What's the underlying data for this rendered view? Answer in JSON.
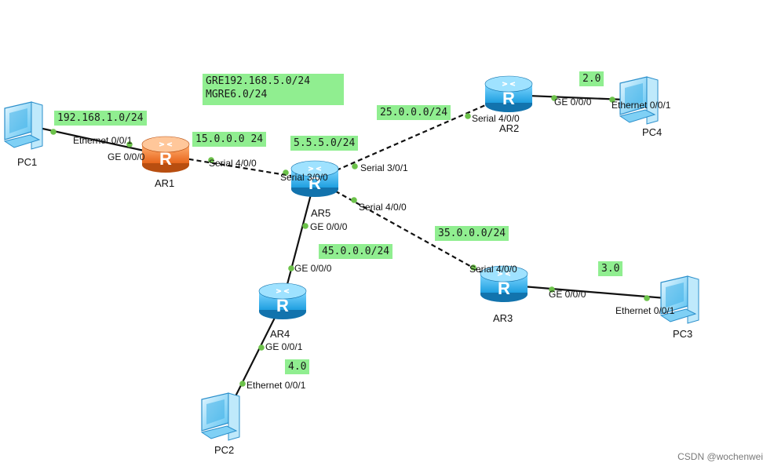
{
  "devices": {
    "pc1": {
      "name": "PC1",
      "kind": "pc"
    },
    "pc2": {
      "name": "PC2",
      "kind": "pc"
    },
    "pc3": {
      "name": "PC3",
      "kind": "pc"
    },
    "pc4": {
      "name": "PC4",
      "kind": "pc"
    },
    "ar1": {
      "name": "AR1",
      "kind": "router",
      "color": "#f07c2e"
    },
    "ar2": {
      "name": "AR2",
      "kind": "router",
      "color": "#38b5ec"
    },
    "ar3": {
      "name": "AR3",
      "kind": "router",
      "color": "#38b5ec"
    },
    "ar4": {
      "name": "AR4",
      "kind": "router",
      "color": "#38b5ec"
    },
    "ar5": {
      "name": "AR5",
      "kind": "router",
      "color": "#38b5ec"
    }
  },
  "links": [
    {
      "id": "pc1-ar1",
      "from": "pc1",
      "to": "ar1",
      "style": "solid",
      "if_from": "Ethernet 0/0/1",
      "if_to": "GE 0/0/0"
    },
    {
      "id": "ar1-ar5",
      "from": "ar1",
      "to": "ar5",
      "style": "dashed",
      "if_from": "Serial 4/0/0",
      "if_to": "Serial 3/0/0"
    },
    {
      "id": "ar5-ar2",
      "from": "ar5",
      "to": "ar2",
      "style": "dashed",
      "if_from": "Serial 3/0/1",
      "if_to": "Serial 4/0/0"
    },
    {
      "id": "ar2-pc4",
      "from": "ar2",
      "to": "pc4",
      "style": "solid",
      "if_from": "GE 0/0/0",
      "if_to": "Ethernet 0/0/1"
    },
    {
      "id": "ar5-ar3",
      "from": "ar5",
      "to": "ar3",
      "style": "dashed",
      "if_from": "Serial 4/0/0",
      "if_to": "Serial 4/0/0"
    },
    {
      "id": "ar3-pc3",
      "from": "ar3",
      "to": "pc3",
      "style": "solid",
      "if_from": "GE 0/0/0",
      "if_to": "Ethernet 0/0/1"
    },
    {
      "id": "ar5-ar4",
      "from": "ar5",
      "to": "ar4",
      "style": "solid",
      "if_from": "GE 0/0/0",
      "if_to": "GE 0/0/0"
    },
    {
      "id": "ar4-pc2",
      "from": "ar4",
      "to": "pc2",
      "style": "solid",
      "if_from": "GE 0/0/1",
      "if_to": "Ethernet 0/0/1"
    }
  ],
  "notes": {
    "gre": "GRE192.168.5.0/24\nMGRE6.0/24",
    "net1": "192.168.1.0/24",
    "net15": "15.0.0.0 24",
    "net5": "5.5.5.0/24",
    "net25": "25.0.0.0/24",
    "net2": "2.0",
    "net35": "35.0.0.0/24",
    "net3": "3.0",
    "net45": "45.0.0.0/24",
    "net4": "4.0"
  },
  "watermark": "CSDN @wochenwei",
  "colors": {
    "link": "#111111",
    "port": "#6cc24a",
    "note_bg": "#90ee90"
  }
}
